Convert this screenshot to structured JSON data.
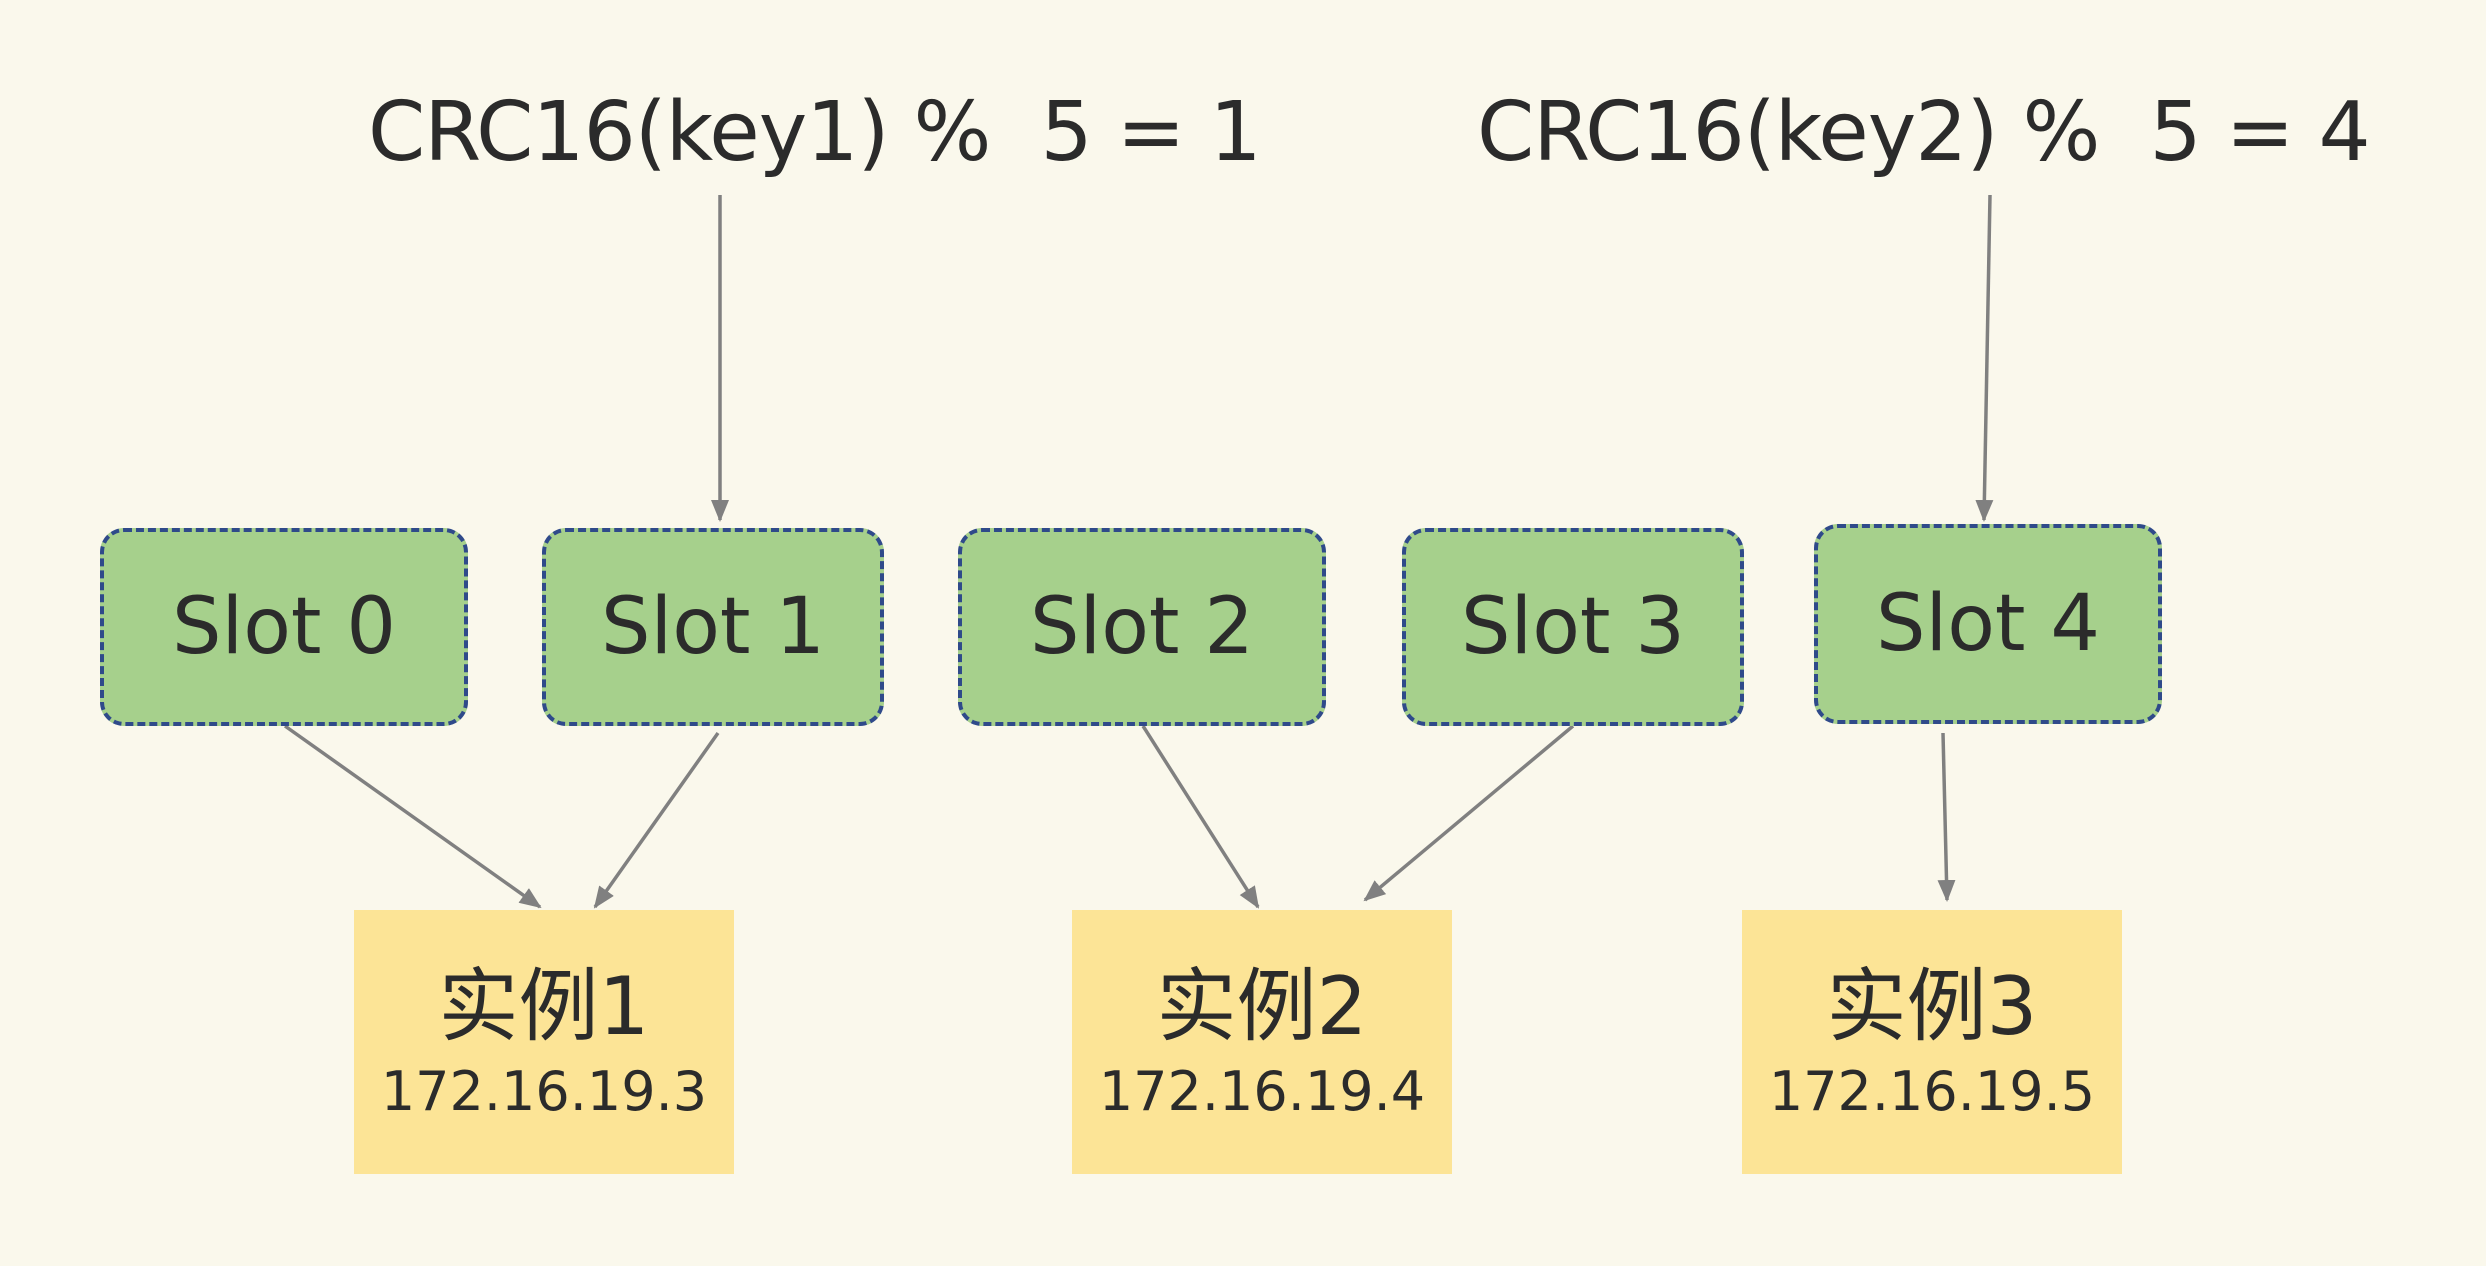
{
  "formulas": [
    {
      "text": "CRC16(key1) %  5 = 1"
    },
    {
      "text": "CRC16(key2) %  5 = 4"
    }
  ],
  "slots": [
    {
      "label": "Slot 0"
    },
    {
      "label": "Slot 1"
    },
    {
      "label": "Slot 2"
    },
    {
      "label": "Slot 3"
    },
    {
      "label": "Slot 4"
    }
  ],
  "instances": [
    {
      "name": "实例1",
      "ip": "172.16.19.3"
    },
    {
      "name": "实例2",
      "ip": "172.16.19.4"
    },
    {
      "name": "实例3",
      "ip": "172.16.19.5"
    }
  ],
  "colors": {
    "background": "#faf8ec",
    "slot_fill": "#a6d08c",
    "slot_border": "#2f4a8a",
    "instance_fill": "#fce496",
    "arrow": "#808080",
    "text": "#2b2b2b"
  }
}
